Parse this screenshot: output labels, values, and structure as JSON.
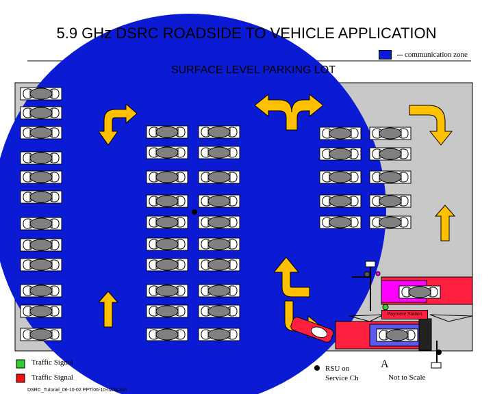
{
  "title": "5.9 GHz DSRC ROADSIDE TO VEHICLE APPLICATION",
  "subtitle": "SURFACE LEVEL PARKING LOT",
  "legend": {
    "zone_label": "communication zone",
    "zone_color": "#0b1bd4",
    "signal_green_label": "Traffic Signal",
    "signal_red_label": "Traffic Signal",
    "rsu_label_line1": "RSU on",
    "rsu_label_line2": "Service Ch"
  },
  "payment_station": "Payment Station",
  "marker_a": "A",
  "scale_note": "Not to Scale",
  "footer": "DSRC_Tutorial_06-10-02.PPT/06-10-02/bcash",
  "colors": {
    "lot": "#c8c8c8",
    "car_body": "#808080",
    "arrow": "#ffc000",
    "booth": "#ff2040",
    "signal_green": "#33cc33",
    "signal_red": "#ee1111",
    "highlight_car": "#ff00ff"
  }
}
